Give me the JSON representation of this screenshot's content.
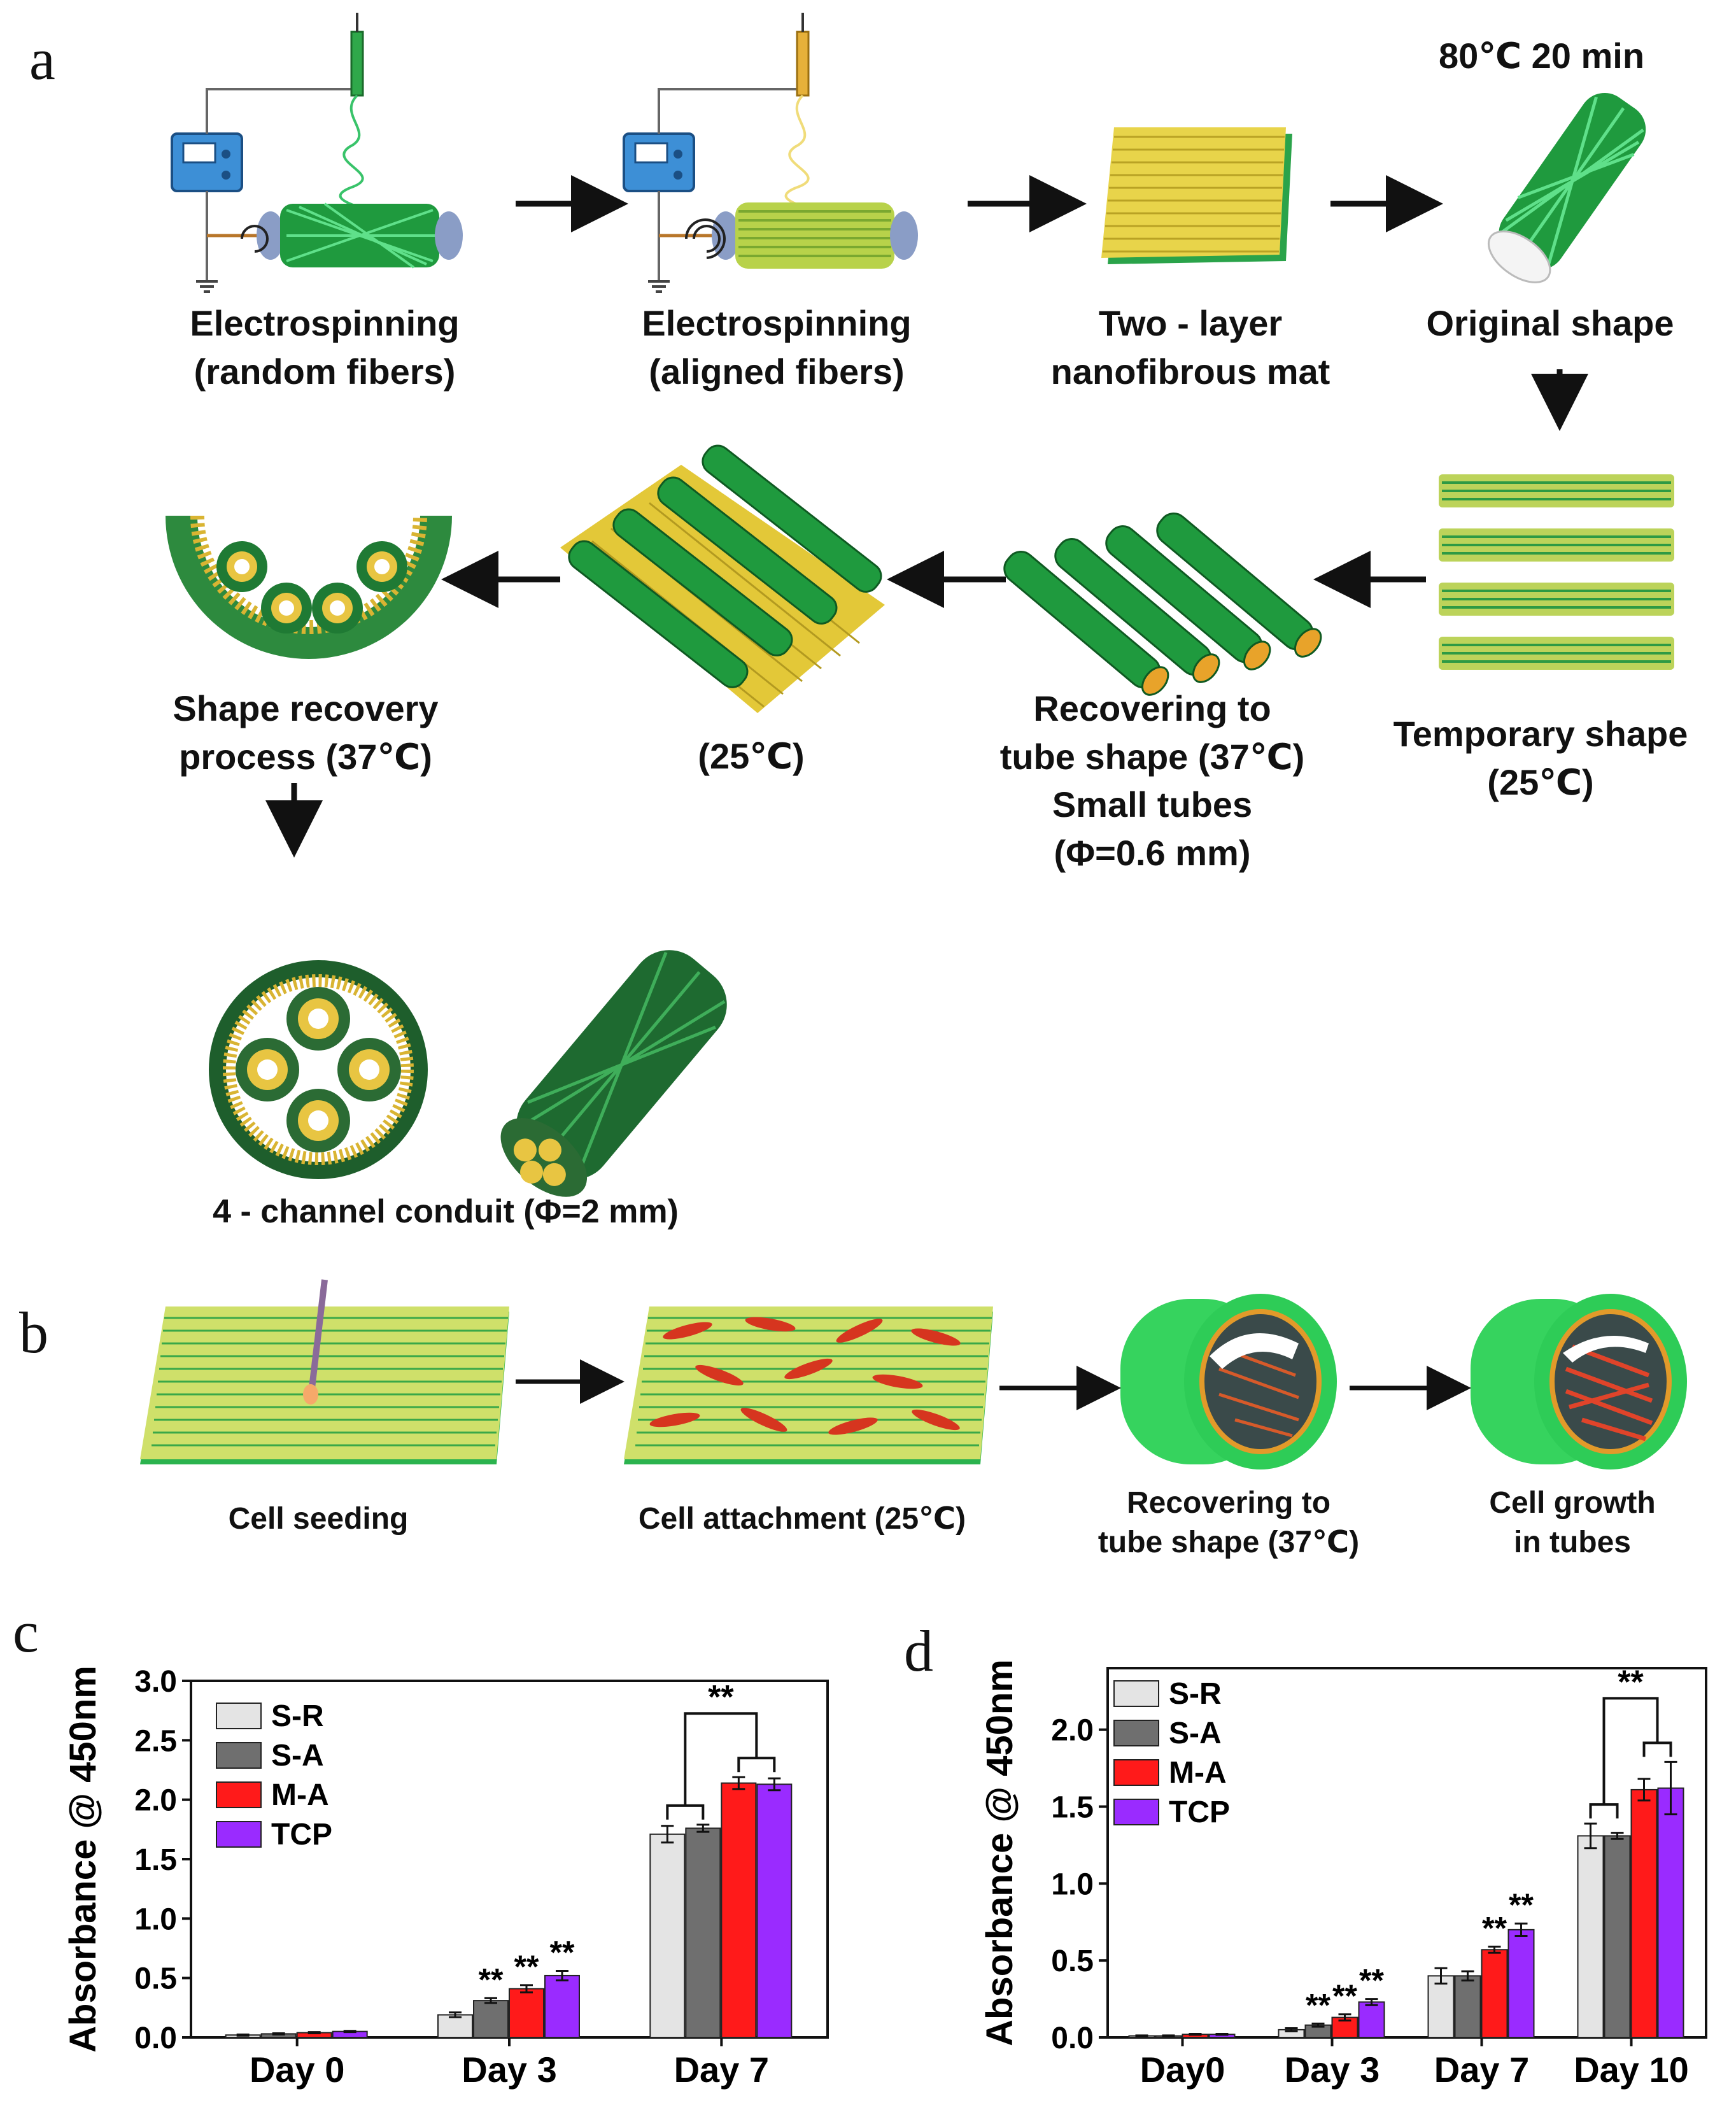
{
  "panel_a": {
    "letter": "a",
    "heat_label": "80℃ 20 min",
    "steps": {
      "electrospin_random": [
        "Electrospinning",
        "(random fibers)"
      ],
      "electrospin_aligned": [
        "Electrospinning",
        "(aligned fibers)"
      ],
      "two_layer_mat": [
        "Two - layer",
        "nanofibrous mat"
      ],
      "original_shape": [
        "Original shape"
      ],
      "temporary_shape": [
        "Temporary shape",
        "(25℃)"
      ],
      "small_tubes": [
        "Recovering to",
        "tube shape (37℃)",
        "Small tubes",
        "(Φ=0.6 mm)"
      ],
      "tubes_on_mat": [
        "(25℃)"
      ],
      "shape_recovery": [
        "Shape recovery",
        "process (37℃)"
      ],
      "conduit": [
        "4 - channel conduit (Φ=2 mm)"
      ]
    }
  },
  "panel_b": {
    "letter": "b",
    "steps": {
      "cell_seeding": [
        "Cell seeding"
      ],
      "cell_attachment": [
        "Cell attachment (25℃)"
      ],
      "recovering": [
        "Recovering to",
        "tube shape (37℃)"
      ],
      "growth": [
        "Cell  growth",
        "in tubes"
      ]
    }
  },
  "colors": {
    "S-R": "#e4e4e4",
    "S-A": "#6f6f6f",
    "M-A": "#ff1a1a",
    "TCP": "#9a2bff",
    "fiber_green": "#1fa04a",
    "fiber_yellow": "#e6d23a"
  },
  "chart_data": [
    {
      "panel": "c",
      "type": "bar",
      "ylabel": "Absorbance @ 450nm",
      "ylim": [
        0,
        3.0
      ],
      "yticks": [
        "0.0",
        "0.5",
        "1.0",
        "1.5",
        "2.0",
        "2.5",
        "3.0"
      ],
      "categories": [
        "Day 0",
        "Day 3",
        "Day 7"
      ],
      "legend_position": "top-left",
      "series": [
        {
          "name": "S-R",
          "values": [
            0.02,
            0.19,
            1.71
          ],
          "errors": [
            0.005,
            0.02,
            0.07
          ]
        },
        {
          "name": "S-A",
          "values": [
            0.03,
            0.31,
            1.76
          ],
          "errors": [
            0.005,
            0.02,
            0.03
          ]
        },
        {
          "name": "M-A",
          "values": [
            0.04,
            0.41,
            2.14
          ],
          "errors": [
            0.005,
            0.03,
            0.05
          ]
        },
        {
          "name": "TCP",
          "values": [
            0.05,
            0.52,
            2.13
          ],
          "errors": [
            0.005,
            0.04,
            0.05
          ]
        }
      ],
      "annotations": [
        {
          "category": "Day 3",
          "series": "S-A",
          "text": "**"
        },
        {
          "category": "Day 3",
          "series": "M-A",
          "text": "**"
        },
        {
          "category": "Day 3",
          "series": "TCP",
          "text": "**"
        },
        {
          "category": "Day 7",
          "text": "**",
          "type": "bracket"
        }
      ]
    },
    {
      "panel": "d",
      "type": "bar",
      "ylabel": "Absorbance @ 450nm",
      "ylim": [
        0,
        2.4
      ],
      "yticks": [
        "0.0",
        "0.5",
        "1.0",
        "1.5",
        "2.0"
      ],
      "categories": [
        "Day0",
        "Day 3",
        "Day 7",
        "Day 10"
      ],
      "legend_position": "top-left",
      "series": [
        {
          "name": "S-R",
          "values": [
            0.01,
            0.05,
            0.4,
            1.31
          ],
          "errors": [
            0.003,
            0.01,
            0.05,
            0.08
          ]
        },
        {
          "name": "S-A",
          "values": [
            0.01,
            0.08,
            0.4,
            1.31
          ],
          "errors": [
            0.003,
            0.01,
            0.03,
            0.02
          ]
        },
        {
          "name": "M-A",
          "values": [
            0.02,
            0.13,
            0.57,
            1.61
          ],
          "errors": [
            0.003,
            0.02,
            0.02,
            0.07
          ]
        },
        {
          "name": "TCP",
          "values": [
            0.02,
            0.23,
            0.7,
            1.62
          ],
          "errors": [
            0.003,
            0.02,
            0.04,
            0.17
          ]
        }
      ],
      "annotations": [
        {
          "category": "Day 3",
          "series": "S-A",
          "text": "**"
        },
        {
          "category": "Day 3",
          "series": "M-A",
          "text": "**"
        },
        {
          "category": "Day 3",
          "series": "TCP",
          "text": "**"
        },
        {
          "category": "Day 7",
          "series": "M-A",
          "text": "**"
        },
        {
          "category": "Day 7",
          "series": "TCP",
          "text": "**"
        },
        {
          "category": "Day 10",
          "text": "**",
          "type": "bracket"
        }
      ]
    }
  ]
}
